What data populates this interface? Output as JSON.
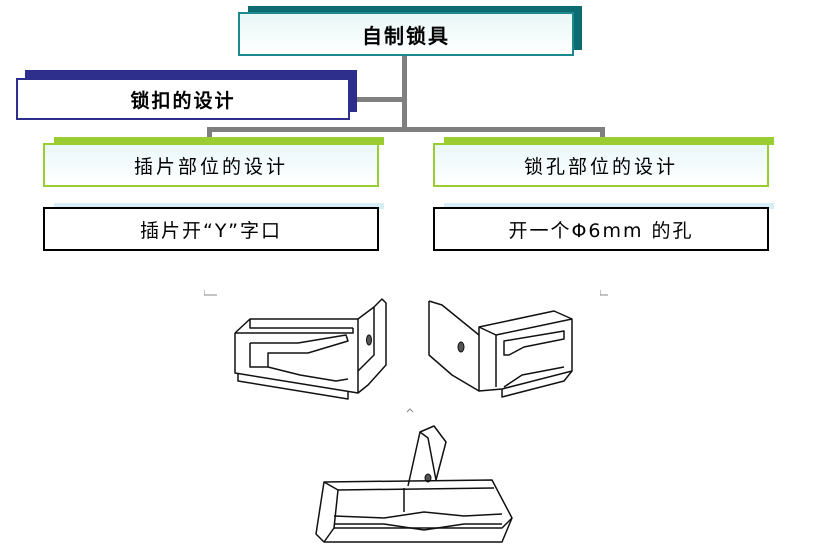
{
  "title": "自制锁具",
  "heading": "锁扣的设计",
  "branches": [
    {
      "label": "插片部位的设计",
      "detail": "插片开“Y”字口"
    },
    {
      "label": "锁孔部位的设计",
      "detail": "开一个Φ6mm 的孔"
    }
  ],
  "colors": {
    "title_border": "#1b8a8e",
    "heading_border": "#2e2f8c",
    "branch_border": "#9acd32",
    "connector": "#7f7f7f"
  }
}
